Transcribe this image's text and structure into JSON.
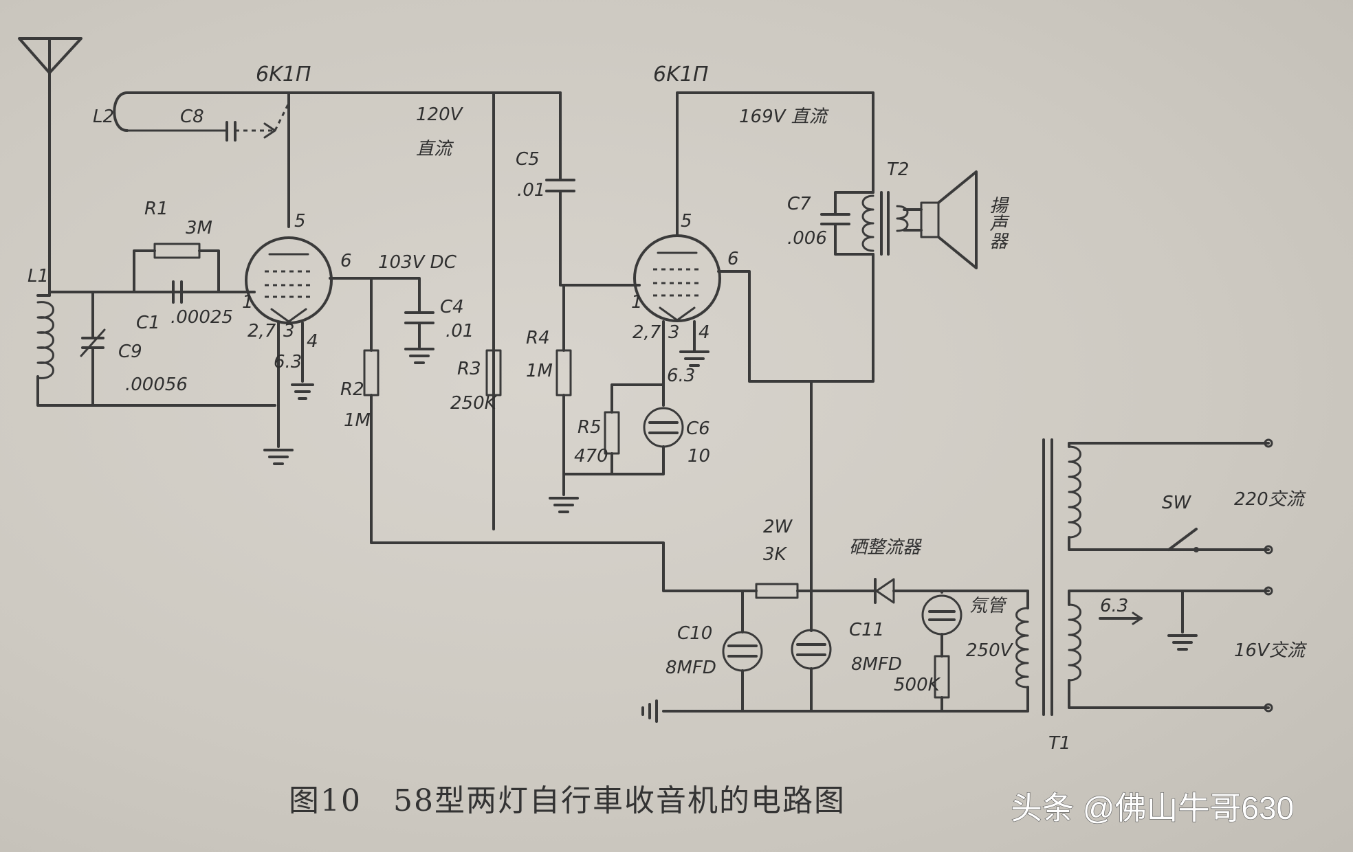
{
  "labels": {
    "tube1": "6K1П",
    "tube2": "6K1П",
    "L2": "L2",
    "C8": "C8",
    "L1": "L1",
    "R1": "R1",
    "R1_val": "3M",
    "C1": "C1",
    "C1_val": ".00025",
    "C9": "C9",
    "C9_val": ".00056",
    "pin5a": "5",
    "pin6a": "6",
    "pin1a": "1",
    "pin27a": "2,7",
    "pin3a": "3",
    "pin4a": "4",
    "pin63a": "6.3",
    "v120": "120V",
    "dc120": "直流",
    "v103": "103V DC",
    "C4": "C4",
    "C4_val": ".01",
    "R2": "R2",
    "R2_val": "1M",
    "R3": "R3",
    "R3_val": "250K",
    "C5": "C5",
    "C5_val": ".01",
    "R4": "R4",
    "R4_val": "1M",
    "R5": "R5",
    "R5_val": "470",
    "C6": "C6",
    "C6_val": "10",
    "pin5b": "5",
    "pin6b": "6",
    "pin1b": "1",
    "pin27b": "2,7",
    "pin3b": "3",
    "pin4b": "4",
    "pin63b": "6.3",
    "v169": "169V 直流",
    "C7": "C7",
    "C7_val": ".006",
    "T2": "T2",
    "speaker": "揚声器",
    "res2w": "2W",
    "res3k": "3K",
    "rectifier": "硒整流器",
    "neon": "氖管",
    "v250": "250V",
    "r500k": "500K",
    "C10": "C10",
    "C10_val": "8MFD",
    "C11": "C11",
    "C11_val": "8MFD",
    "T1": "T1",
    "sw": "SW",
    "ac220": "220交流",
    "ac16": "16V交流",
    "tap63": "6.3"
  },
  "caption": "图10　58型两灯自行車收音机的电路图",
  "watermark": "头条 @佛山牛哥630"
}
